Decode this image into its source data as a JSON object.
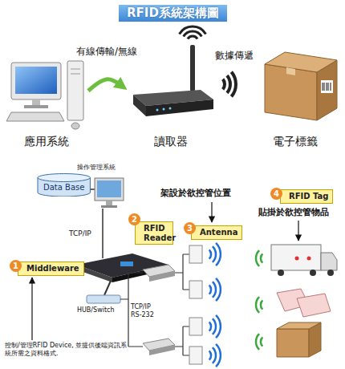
{
  "diagram": {
    "title": "RFID系統架構圖",
    "nodes": [
      {
        "text": [
          "應用系統"
        ]
      },
      {
        "text": [
          "讀取器"
        ]
      },
      {
        "text": [
          "電子標籤"
        ]
      },
      {
        "text": [
          "Data Base"
        ]
      },
      {
        "text": [
          "Middleware"
        ]
      },
      {
        "text": [
          "RFID Reader"
        ]
      },
      {
        "text": [
          "Antenna"
        ]
      },
      {
        "text": [
          "RFID Tag"
        ]
      }
    ],
    "edges": [
      {
        "from": 0,
        "to": 1,
        "arrow": "to",
        "label": "有線傳輸/無線"
      }
    ],
    "labels": [
      "數據傳遞",
      "操作管理系統",
      "TCP/IP",
      "1",
      "2",
      "3",
      "4",
      "架設於欲控管位置",
      "貼掛於欲控管物品",
      "HUB/Switch",
      "TCP/IP RS-232",
      "控制/管理RFID Device, 並提供後端資訊系統所需之資料格式."
    ]
  }
}
